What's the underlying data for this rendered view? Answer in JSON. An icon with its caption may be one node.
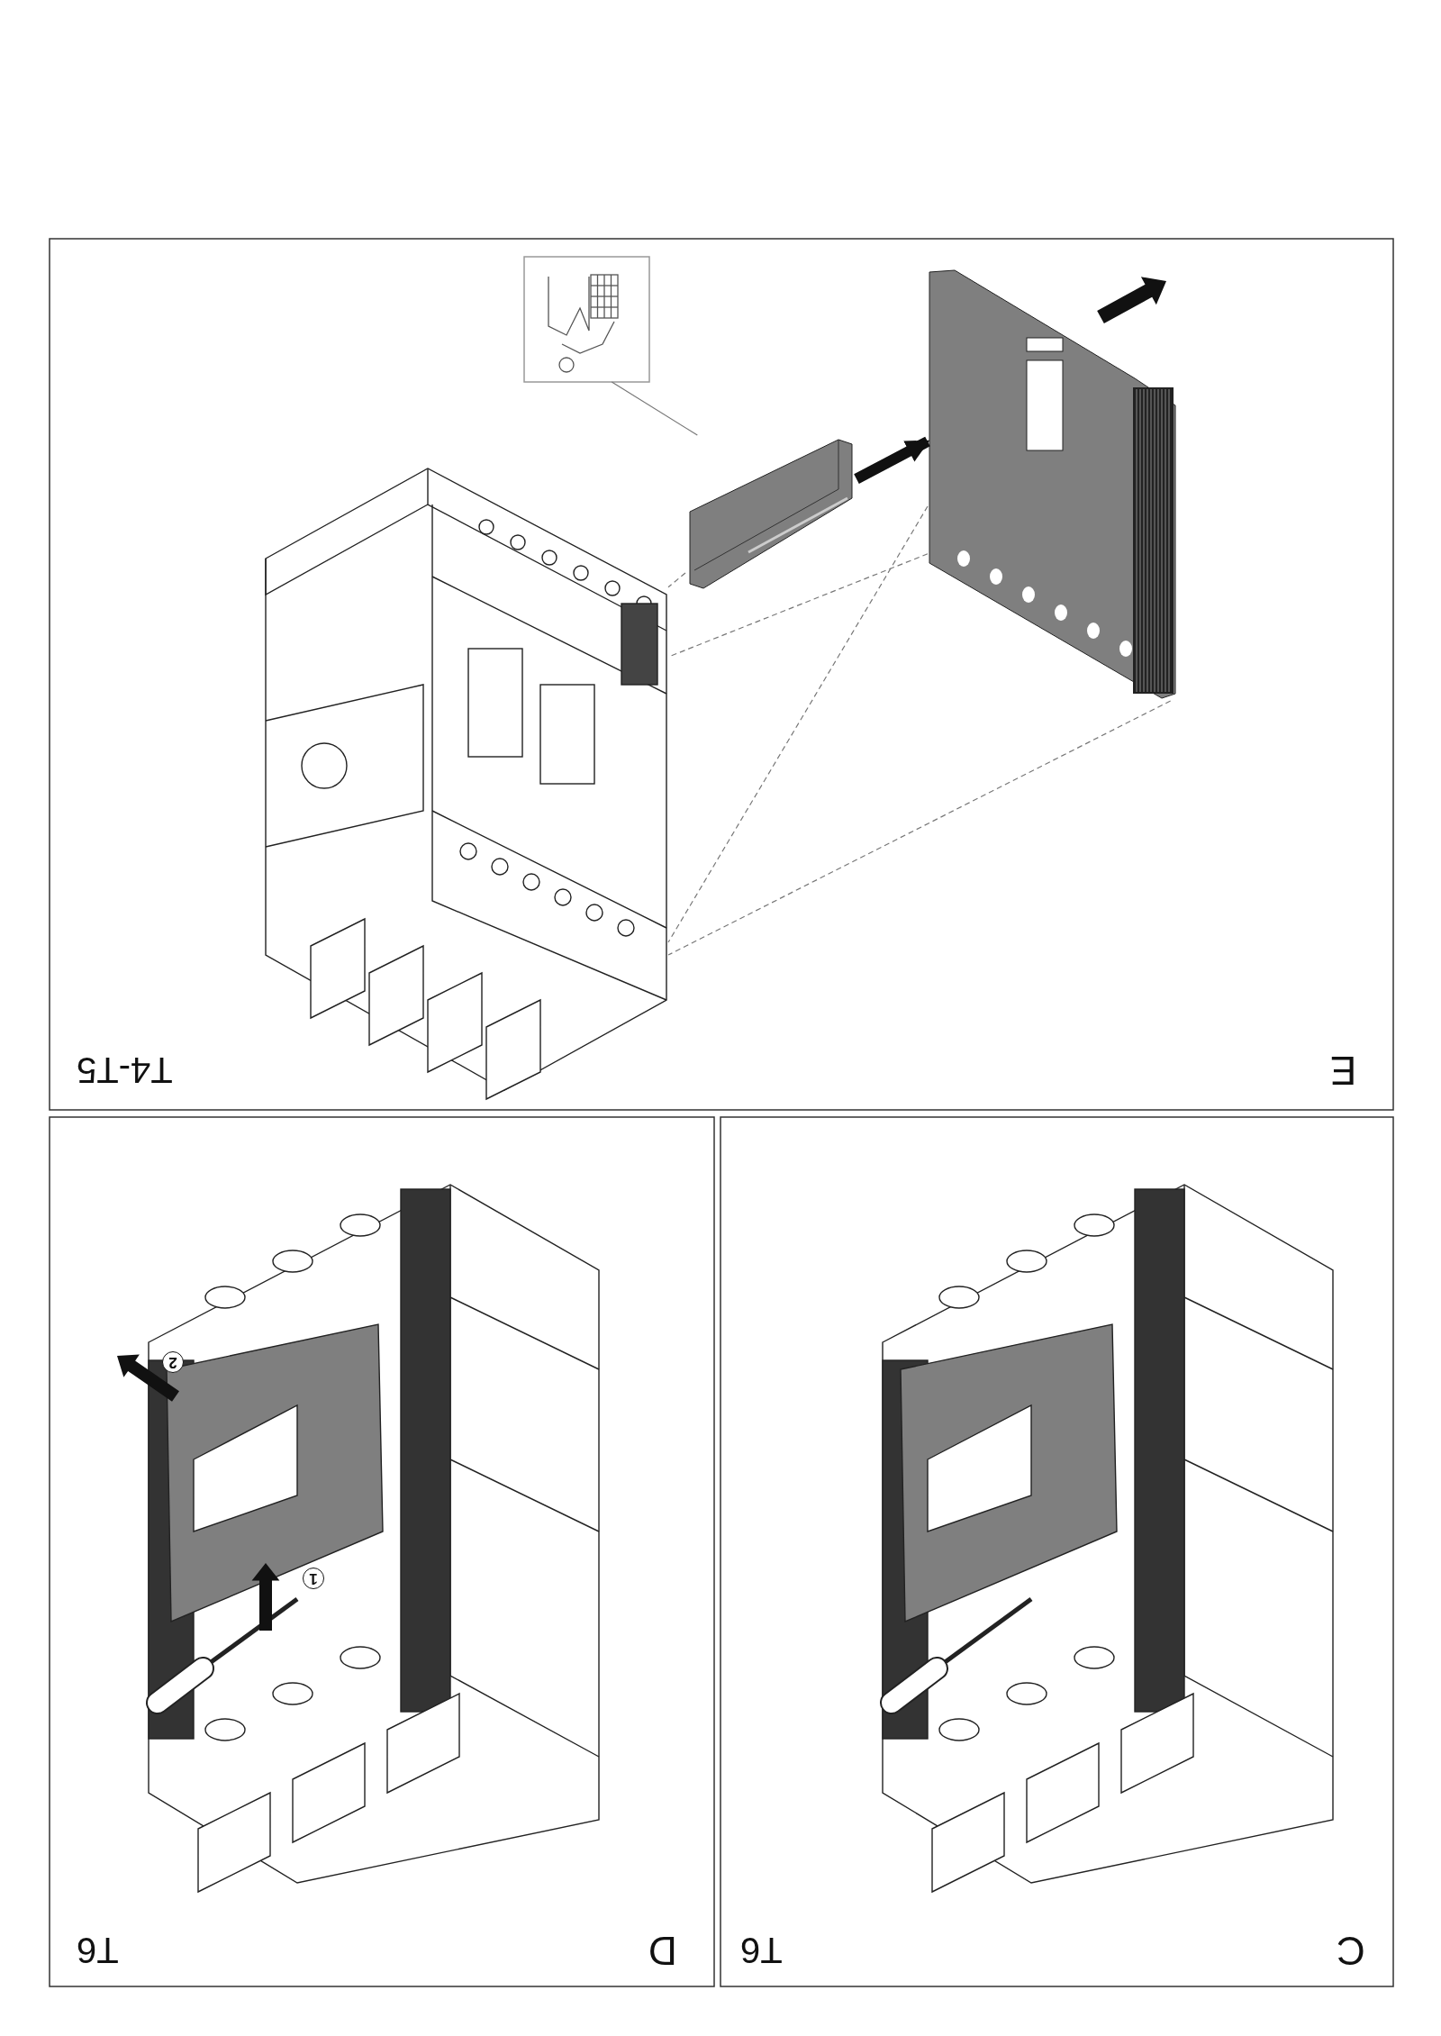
{
  "diagram": {
    "nodes": [
      {
        "text": [],
        "shape": "picture"
      },
      {
        "text": [],
        "shape": "picture"
      },
      {
        "text": [],
        "shape": "picture"
      },
      {
        "text": [],
        "shape": "picture"
      }
    ],
    "edges": [
      {
        "from": 0,
        "to": 1,
        "arrow": "none"
      },
      {
        "from": 1,
        "to": 3,
        "arrow": "none",
        "style": "dashed"
      },
      {
        "from": 2,
        "to": 3,
        "arrow": "none",
        "style": "dashed"
      },
      {
        "from": 2,
        "to": 3,
        "arrow": "none",
        "style": "dashed"
      },
      {
        "from": 2,
        "to": 3,
        "arrow": "none",
        "style": "dashed"
      },
      {
        "from": 1,
        "to": 2,
        "arrow": "to",
        "style": "thick",
        "color": "#111111"
      }
    ],
    "labels": [
      "T4-T5",
      "E",
      "T6",
      "D",
      "T6",
      "C",
      "1",
      "2"
    ]
  }
}
